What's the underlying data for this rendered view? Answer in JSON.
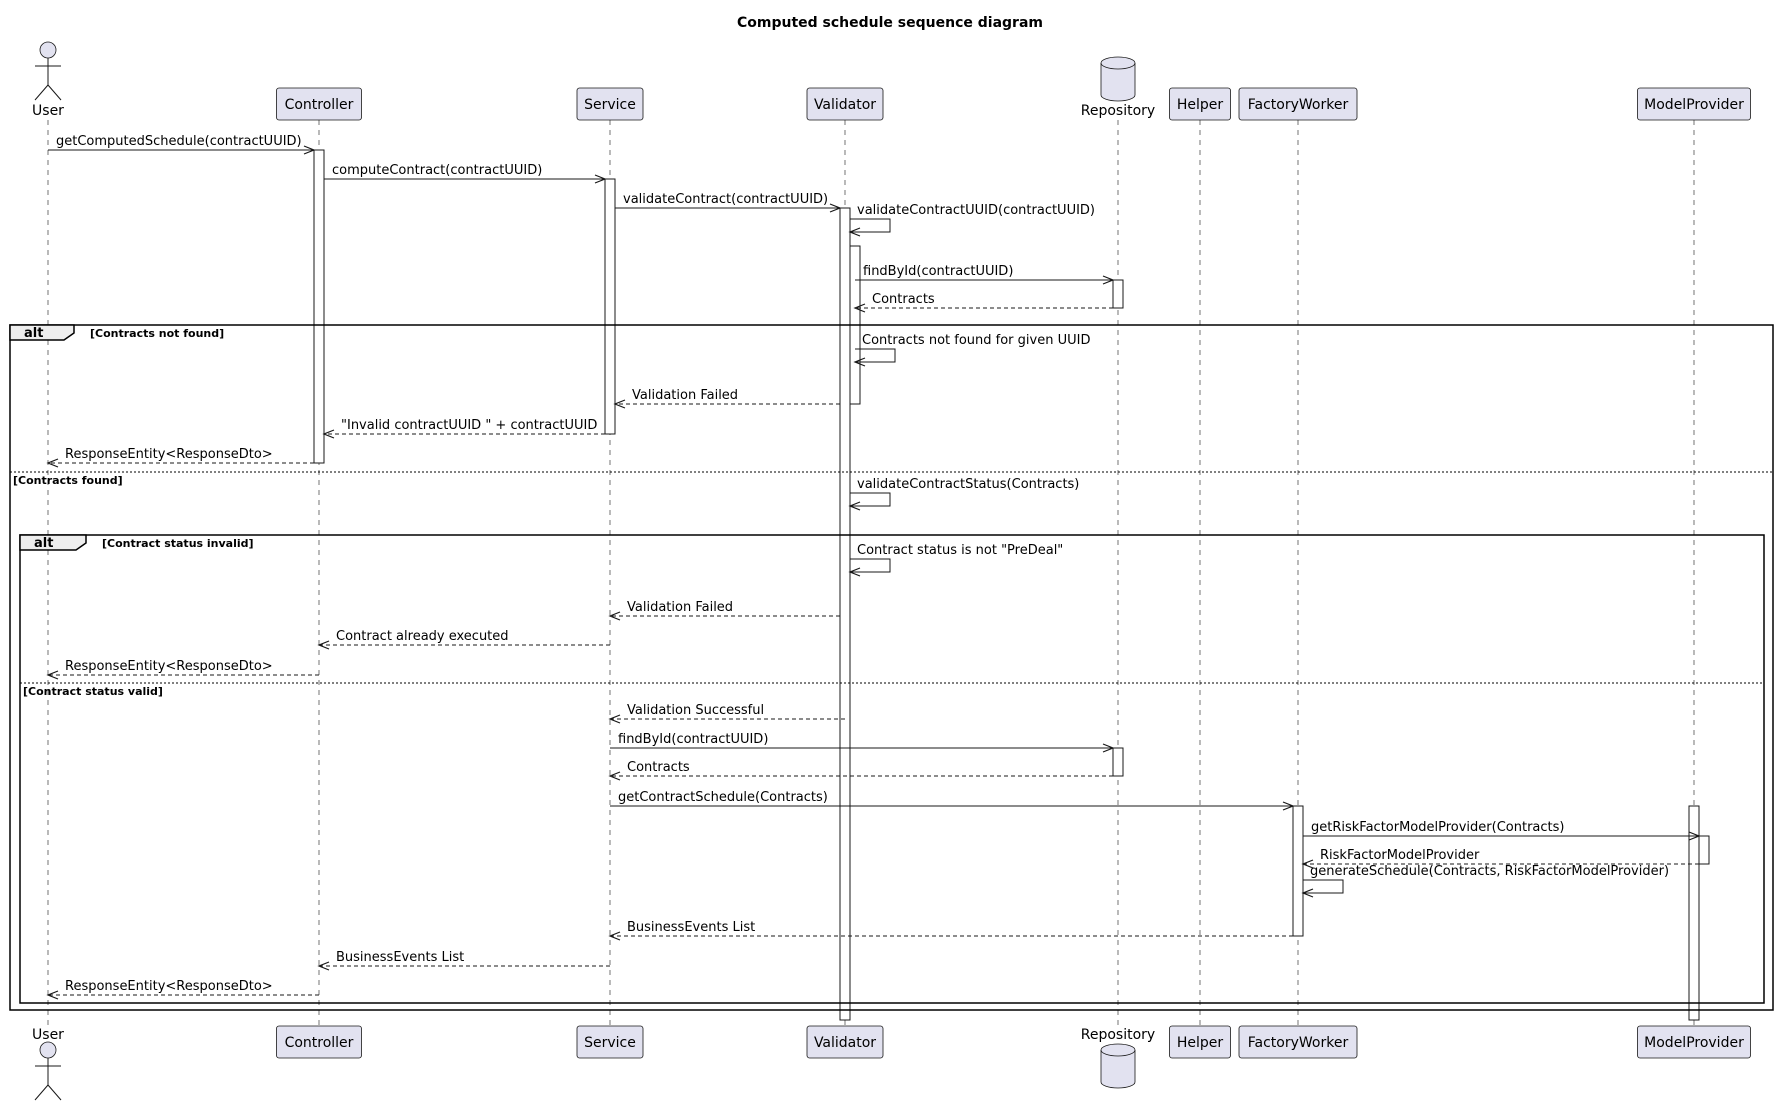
{
  "title": "Computed schedule sequence diagram",
  "participants": [
    {
      "id": "user",
      "label": "User",
      "kind": "actor"
    },
    {
      "id": "controller",
      "label": "Controller",
      "kind": "box"
    },
    {
      "id": "service",
      "label": "Service",
      "kind": "box"
    },
    {
      "id": "validator",
      "label": "Validator",
      "kind": "box"
    },
    {
      "id": "repository",
      "label": "Repository",
      "kind": "database"
    },
    {
      "id": "helper",
      "label": "Helper",
      "kind": "box"
    },
    {
      "id": "factoryworker",
      "label": "FactoryWorker",
      "kind": "box"
    },
    {
      "id": "modelprovider",
      "label": "ModelProvider",
      "kind": "box"
    }
  ],
  "messages": [
    {
      "from": "user",
      "to": "controller",
      "label": "getComputedSchedule(contractUUID)",
      "style": "solid"
    },
    {
      "from": "controller",
      "to": "service",
      "label": "computeContract(contractUUID)",
      "style": "solid"
    },
    {
      "from": "service",
      "to": "validator",
      "label": "validateContract(contractUUID)",
      "style": "solid"
    },
    {
      "from": "validator",
      "to": "validator",
      "label": "validateContractUUID(contractUUID)",
      "style": "self"
    },
    {
      "from": "validator",
      "to": "repository",
      "label": "findById(contractUUID)",
      "style": "solid"
    },
    {
      "from": "repository",
      "to": "validator",
      "label": "Contracts",
      "style": "dashed"
    },
    {
      "from": "validator",
      "to": "validator",
      "label": "Contracts not found for given UUID",
      "style": "self"
    },
    {
      "from": "validator",
      "to": "service",
      "label": "Validation Failed",
      "style": "dashed"
    },
    {
      "from": "service",
      "to": "controller",
      "label": "\"Invalid contractUUID \" + contractUUID",
      "style": "dashed"
    },
    {
      "from": "controller",
      "to": "user",
      "label": "ResponseEntity<ResponseDto>",
      "style": "dashed"
    },
    {
      "from": "validator",
      "to": "validator",
      "label": "validateContractStatus(Contracts)",
      "style": "self"
    },
    {
      "from": "validator",
      "to": "validator",
      "label": "Contract status is not \"PreDeal\"",
      "style": "self"
    },
    {
      "from": "validator",
      "to": "service",
      "label": "Validation Failed",
      "style": "dashed"
    },
    {
      "from": "service",
      "to": "controller",
      "label": "Contract already executed",
      "style": "dashed"
    },
    {
      "from": "controller",
      "to": "user",
      "label": "ResponseEntity<ResponseDto>",
      "style": "dashed"
    },
    {
      "from": "validator",
      "to": "service",
      "label": "Validation Successful",
      "style": "dashed"
    },
    {
      "from": "service",
      "to": "repository",
      "label": "findById(contractUUID)",
      "style": "solid"
    },
    {
      "from": "repository",
      "to": "service",
      "label": "Contracts",
      "style": "dashed"
    },
    {
      "from": "service",
      "to": "factoryworker",
      "label": "getContractSchedule(Contracts)",
      "style": "solid"
    },
    {
      "from": "factoryworker",
      "to": "modelprovider",
      "label": "getRiskFactorModelProvider(Contracts)",
      "style": "solid"
    },
    {
      "from": "modelprovider",
      "to": "factoryworker",
      "label": "RiskFactorModelProvider",
      "style": "dashed"
    },
    {
      "from": "factoryworker",
      "to": "factoryworker",
      "label": "generateSchedule(Contracts, RiskFactorModelProvider)",
      "style": "self"
    },
    {
      "from": "factoryworker",
      "to": "service",
      "label": "BusinessEvents List",
      "style": "dashed"
    },
    {
      "from": "service",
      "to": "controller",
      "label": "BusinessEvents List",
      "style": "dashed"
    },
    {
      "from": "controller",
      "to": "user",
      "label": "ResponseEntity<ResponseDto>",
      "style": "dashed"
    }
  ],
  "fragments": [
    {
      "keyword": "alt",
      "guard": "[Contracts not found]",
      "else_guard": "[Contracts found]"
    },
    {
      "keyword": "alt",
      "guard": "[Contract status invalid]",
      "else_guard": "[Contract status valid]"
    }
  ]
}
